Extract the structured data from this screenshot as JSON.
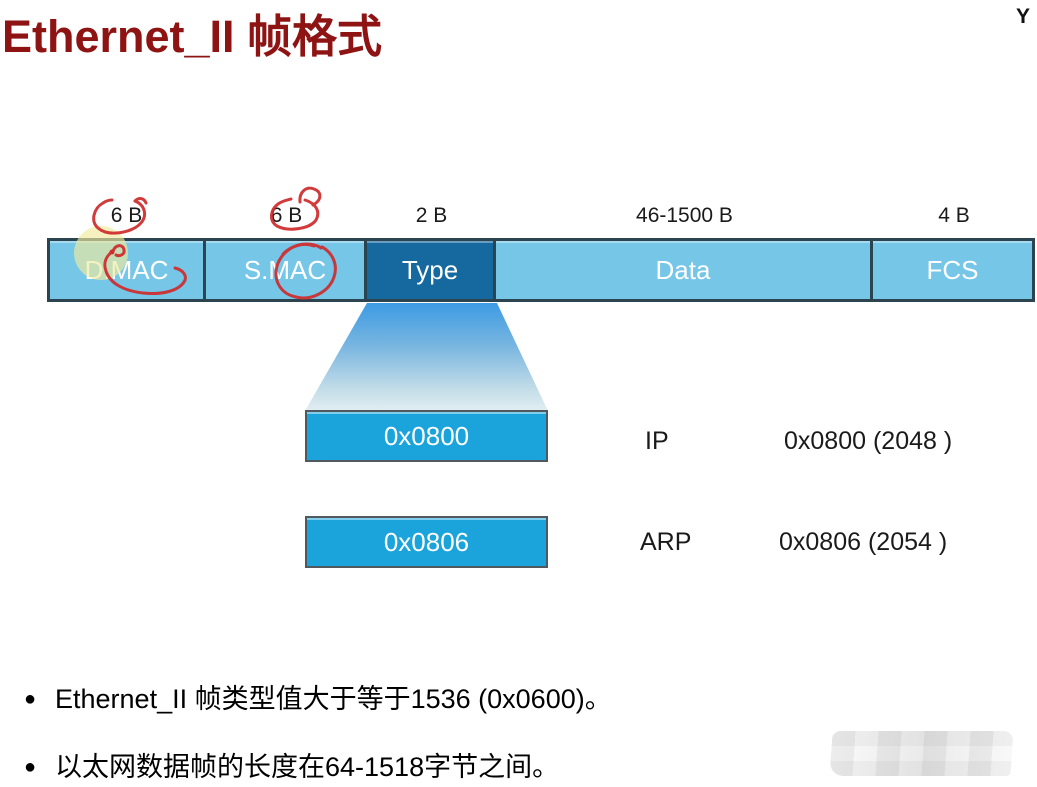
{
  "slide": {
    "title": "Ethernet_II 帧格式",
    "corner_mark": "Y",
    "bullet_marker": "●"
  },
  "frame_diagram": {
    "fields": [
      {
        "label": "D.MAC",
        "size": "6 B"
      },
      {
        "label": "S.MAC",
        "size": "6 B"
      },
      {
        "label": "Type",
        "size": "2 B"
      },
      {
        "label": "Data",
        "size": "46-1500 B"
      },
      {
        "label": "FCS",
        "size": "4 B"
      }
    ]
  },
  "type_values": [
    {
      "box_label": "0x0800",
      "protocol": "IP",
      "value": "0x0800 (2048 )"
    },
    {
      "box_label": "0x0806",
      "protocol": "ARP",
      "value": "0x0806 (2054 )"
    }
  ],
  "bullets": [
    "Ethernet_II 帧类型值大于等于1536 (0x0600)。",
    "以太网数据帧的长度在64-1518字节之间。"
  ],
  "annotations": {
    "pen_color": "#cf2b2b",
    "highlight_color": "#f0eb9d",
    "circled_items": [
      "6 B above D.MAC",
      "6 B above S.MAC",
      "S.MAC",
      "underline scribble on D.MAC"
    ]
  },
  "colors": {
    "title_red": "#8e1414",
    "field_light_blue": "#76c6e8",
    "type_dark_blue": "#16699e",
    "value_box_cyan": "#1ba4dc",
    "frame_border": "#2b4450"
  }
}
